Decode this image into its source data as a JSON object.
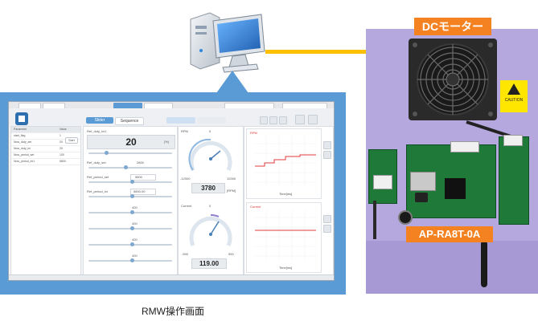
{
  "caption": "RMW操作画面",
  "labels": {
    "motor": "DCモーター",
    "board": "AP-RA8T-0A",
    "caution": "CAUTION"
  },
  "rmw": {
    "tabs": [
      "Slider",
      "Sequence"
    ],
    "param_title": "Ref_duty_ini1",
    "duty_value": "20",
    "duty_unit": "[%]",
    "slider_labels": [
      "Ref_duty_set",
      "Ref_period_set",
      "Ref_period_ini"
    ],
    "slider_values": [
      "2800",
      "5800",
      "5800.00"
    ],
    "sub_values": [
      "400",
      "400",
      "400",
      "400"
    ],
    "start_button": "Start",
    "sidebar_header": [
      "Parameter",
      "Value"
    ],
    "sidebar_rows": [
      [
        "start_flag",
        "1"
      ],
      [
        "Now_duty_set",
        "20"
      ],
      [
        "Now_duty_ini",
        "20"
      ],
      [
        "Now_period_set",
        "100"
      ],
      [
        "Now_period_ini1",
        "5800"
      ]
    ],
    "gauge1": {
      "label": "RPM",
      "top": "0",
      "min": "-12000",
      "max": "12000",
      "value": "3780",
      "unit": "[RPM]"
    },
    "gauge2": {
      "label": "Current",
      "top": "0",
      "min": "-590",
      "max": "590",
      "value": "119.00"
    },
    "chart1": {
      "legend": "RPM",
      "xlabel": "Time[ms]"
    },
    "chart2": {
      "legend": "Current",
      "xlabel": "Time[ms]"
    }
  },
  "colors": {
    "callout_blue": "#5b9bd5",
    "photo_purple": "#b5a8de",
    "label_orange": "#f58220",
    "wire_yellow": "#ffc000"
  }
}
